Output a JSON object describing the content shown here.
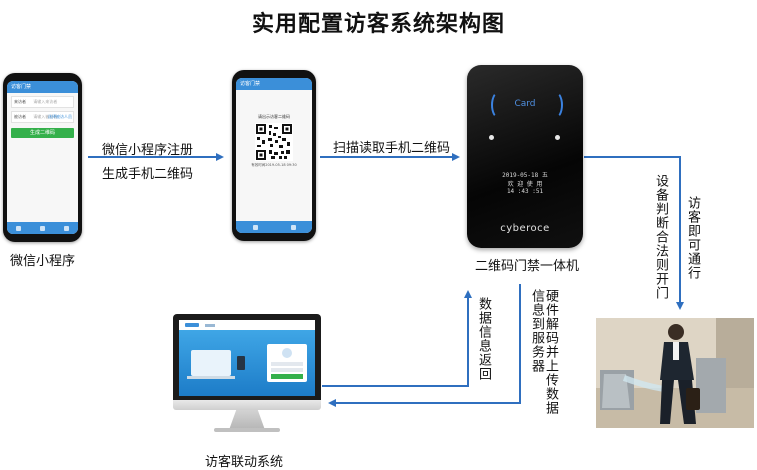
{
  "title": "实用配置访客系统架构图",
  "nodes": {
    "mini_program": "微信小程序",
    "reader": "二维码门禁一体机",
    "linkage_system": "访客联动系统"
  },
  "arrows": {
    "register_line1": "微信小程序注册",
    "register_line2": "生成手机二维码",
    "scan": "扫描读取手机二维码",
    "device_judge": "设备判断合法则开门",
    "visitor_pass": "访客即可通行",
    "data_return": "数据信息返回",
    "hardware_upload_a": "硬件解码并上传数据",
    "hardware_upload_b": "信息到服务器"
  },
  "phone1": {
    "app_title": "访客门禁",
    "field1_label": "来访者",
    "field1_placeholder": "请输入来访者",
    "field2_label": "被访者",
    "field2_placeholder": "请输入被访者",
    "field2_action": "选择被访人员",
    "button": "生成二维码"
  },
  "phone2": {
    "app_title": "访客门禁",
    "caption": "请出示访客二维码",
    "validity": "有效时间2019-05-18 09:30"
  },
  "reader_display": {
    "card_text": "Card",
    "date": "2019-05-18 五",
    "status": "欢 迎 使 用",
    "time": "14 :43 :51",
    "brand": "cyberoce"
  },
  "colors": {
    "arrow": "#2f6fbf",
    "app_blue": "#3b8fd9",
    "button_green": "#34b04b"
  }
}
